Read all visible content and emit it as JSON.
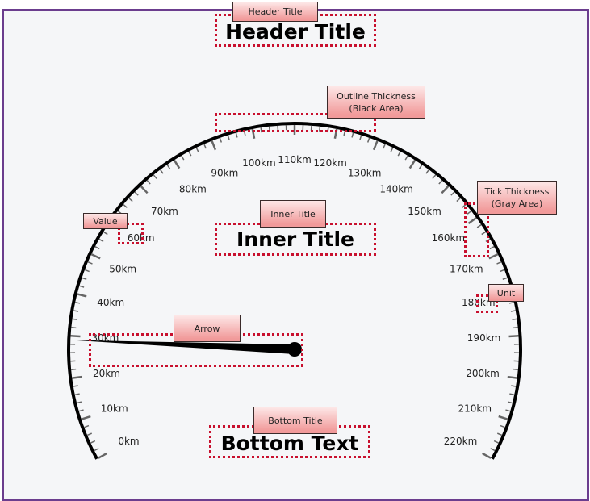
{
  "header_title": "Header Title",
  "inner_title": "Inner Title",
  "bottom_text": "Bottom Text",
  "gauge": {
    "min": 0,
    "max": 220,
    "value": 29,
    "unit": "km",
    "major_step": 10,
    "minor_per_major": 4,
    "tick_labels": [
      "0km",
      "10km",
      "20km",
      "30km",
      "40km",
      "50km",
      "60km",
      "70km",
      "80km",
      "90km",
      "100km",
      "110km",
      "120km",
      "130km",
      "140km",
      "150km",
      "160km",
      "170km",
      "180km",
      "190km",
      "200km",
      "210km",
      "220km"
    ],
    "colors": {
      "outline": "#000000",
      "tick": "#666666",
      "needle": "#000000",
      "frame": "#6b3d8e",
      "callout_border": "#c8102e"
    }
  },
  "callouts": {
    "header_title": "Header Title",
    "outline_thickness": [
      "Outline Thickness",
      "(Black Area)"
    ],
    "tick_thickness": [
      "Tick Thickness",
      "(Gray Area)"
    ],
    "value": "Value",
    "inner_title": "Inner Title",
    "unit": "Unit",
    "arrow": "Arrow",
    "bottom_title": "Bottom Title"
  }
}
